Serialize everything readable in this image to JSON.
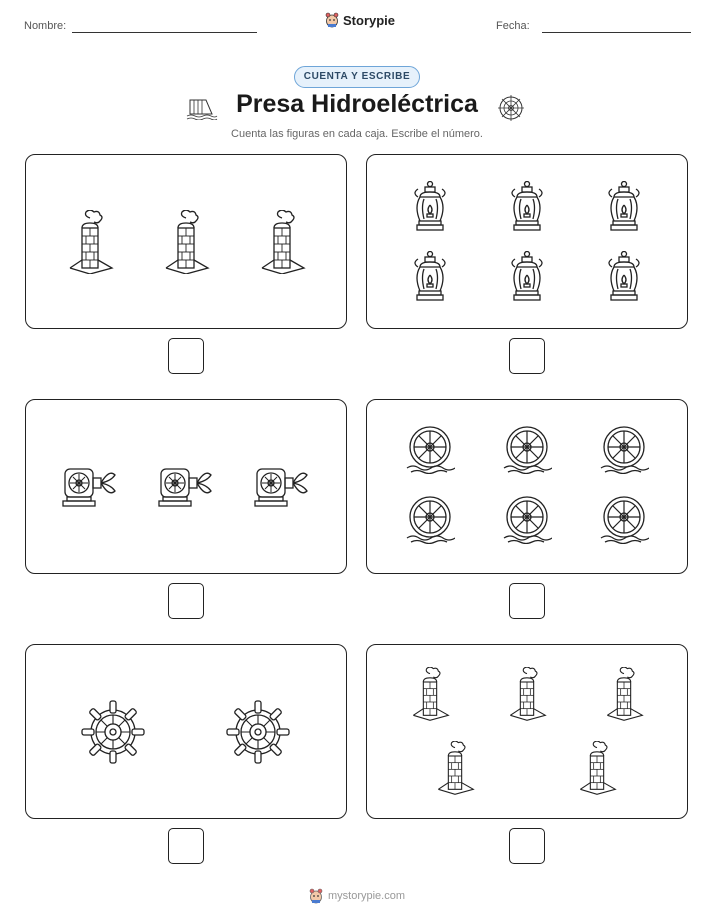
{
  "header": {
    "name_label": "Nombre:",
    "date_label": "Fecha:",
    "brand": "Storypie"
  },
  "badge": "CUENTA Y ESCRIBE",
  "title": "Presa Hidroeléctrica",
  "subtitle": "Cuenta las figuras en cada caja. Escribe el número.",
  "footer": "mystorypie.com",
  "panels": [
    {
      "figure": "chimney-icon",
      "count": 3
    },
    {
      "figure": "lantern-icon",
      "count": 6
    },
    {
      "figure": "turbine-generator-icon",
      "count": 3
    },
    {
      "figure": "water-wheel-icon",
      "count": 6
    },
    {
      "figure": "ship-wheel-icon",
      "count": 2
    },
    {
      "figure": "chimney-icon",
      "count": 5
    }
  ]
}
